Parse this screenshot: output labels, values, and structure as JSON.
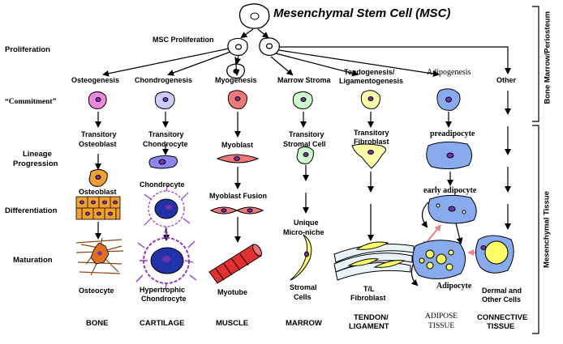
{
  "title": "Mesenchymal Stem Cell (MSC)",
  "side_labels": {
    "upper": "Bone Marrow/Periosteum",
    "lower": "Mesenchymal Tissue"
  },
  "row_labels": {
    "proliferation": "Proliferation",
    "commitment": "“Commitment”",
    "lineage_1": "Lineage",
    "lineage_2": "Progression",
    "differentiation": "Differentiation",
    "maturation": "Maturation"
  },
  "msc_proliferation": "MSC Proliferation",
  "columns": {
    "bone": {
      "process": "Osteogenesis",
      "stage1_a": "Transitory",
      "stage1_b": "Osteoblast",
      "stage2": "Osteoblast",
      "final": "Osteocyte",
      "tissue": "BONE"
    },
    "cartilage": {
      "process": "Chondrogenesis",
      "stage1_a": "Transitory",
      "stage1_b": "Chondrocyte",
      "stage2": "Chondrocyte",
      "final_a": "Hypertrophic",
      "final_b": "Chondrocyte",
      "tissue": "CARTILAGE"
    },
    "muscle": {
      "process": "Myogenesis",
      "stage1": "Myoblast",
      "stage2": "Myoblast Fusion",
      "final": "Myotube",
      "tissue": "MUSCLE"
    },
    "marrow": {
      "process": "Marrow Stroma",
      "stage1_a": "Transitory",
      "stage1_b": "Stromal Cell",
      "stage2_a": "Unique",
      "stage2_b": "Micro-niche",
      "final_a": "Stromal",
      "final_b": "Cells",
      "tissue": "MARROW"
    },
    "tendon": {
      "process_a": "Tendogenesis/",
      "process_b": "Ligamentogenesis",
      "stage1_a": "Transitory",
      "stage1_b": "Fibroblast",
      "final_a": "T/L",
      "final_b": "Fibroblast",
      "tissue_a": "TENDON/",
      "tissue_b": "LIGAMENT"
    },
    "adipose": {
      "process": "Adipogenesis",
      "stage1": "preadipocyte",
      "stage2": "early adipocyte",
      "final": "Adipocyte",
      "tissue_a": "ADIPOSE",
      "tissue_b": "TISSUE"
    },
    "other": {
      "process": "Other",
      "final_a": "Dermal and",
      "final_b": "Other Cells",
      "tissue_a": "CONNECTIVE",
      "tissue_b": "TISSUE"
    }
  },
  "colors": {
    "bone_cell": "#ee88dd",
    "cartilage_cell": "#ccccff",
    "muscle_cell": "#f07878",
    "marrow_cell": "#ccffcc",
    "tendon_cell": "#ffffaa",
    "adipose_cell": "#88aaee",
    "nucleus": "#7733aa",
    "osteoblast_fill": "#f0a030",
    "osteocyte_fill": "#e07020",
    "cartilage_fiber": "#9933cc",
    "pink_arrow": "#f08080"
  }
}
